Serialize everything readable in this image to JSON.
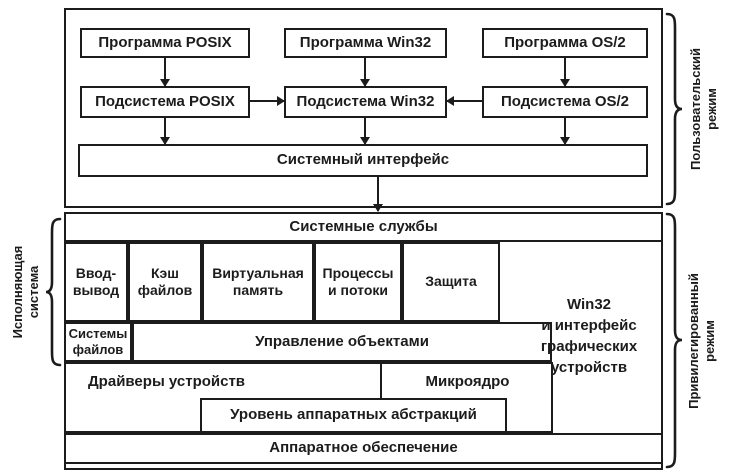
{
  "user_mode": {
    "programs": [
      {
        "label": "Программа POSIX"
      },
      {
        "label": "Программа Win32"
      },
      {
        "label": "Программа OS/2"
      }
    ],
    "subsystems": [
      {
        "label": "Подсистема POSIX"
      },
      {
        "label": "Подсистема Win32"
      },
      {
        "label": "Подсистема OS/2"
      }
    ],
    "system_interface_label": "Системный интерфейс",
    "side_label": "Пользовательский\nрежим"
  },
  "kernel_mode": {
    "system_services_label": "Системные службы",
    "executive_boxes": [
      {
        "label": "Ввод-\nвывод"
      },
      {
        "label": "Кэш\nфайлов"
      },
      {
        "label": "Виртуальная\nпамять"
      },
      {
        "label": "Процессы\nи потоки"
      },
      {
        "label": "Защита"
      }
    ],
    "file_systems_label": "Системы\nфайлов",
    "object_manager_label": "Управление объектами",
    "device_drivers_label": "Драйверы устройств",
    "microkernel_label": "Микроядро",
    "hal_label": "Уровень аппаратных абстракций",
    "hardware_label": "Аппаратное обеспечение",
    "win32_gdi_label": "Win32\nи интерфейс\nграфических\nустройств",
    "side_label": "Привилегированный\nрежим",
    "executive_side_label": "Исполняющая\nсистема"
  },
  "colors": {
    "ink": "#1c1c1c",
    "background": "#ffffff"
  }
}
